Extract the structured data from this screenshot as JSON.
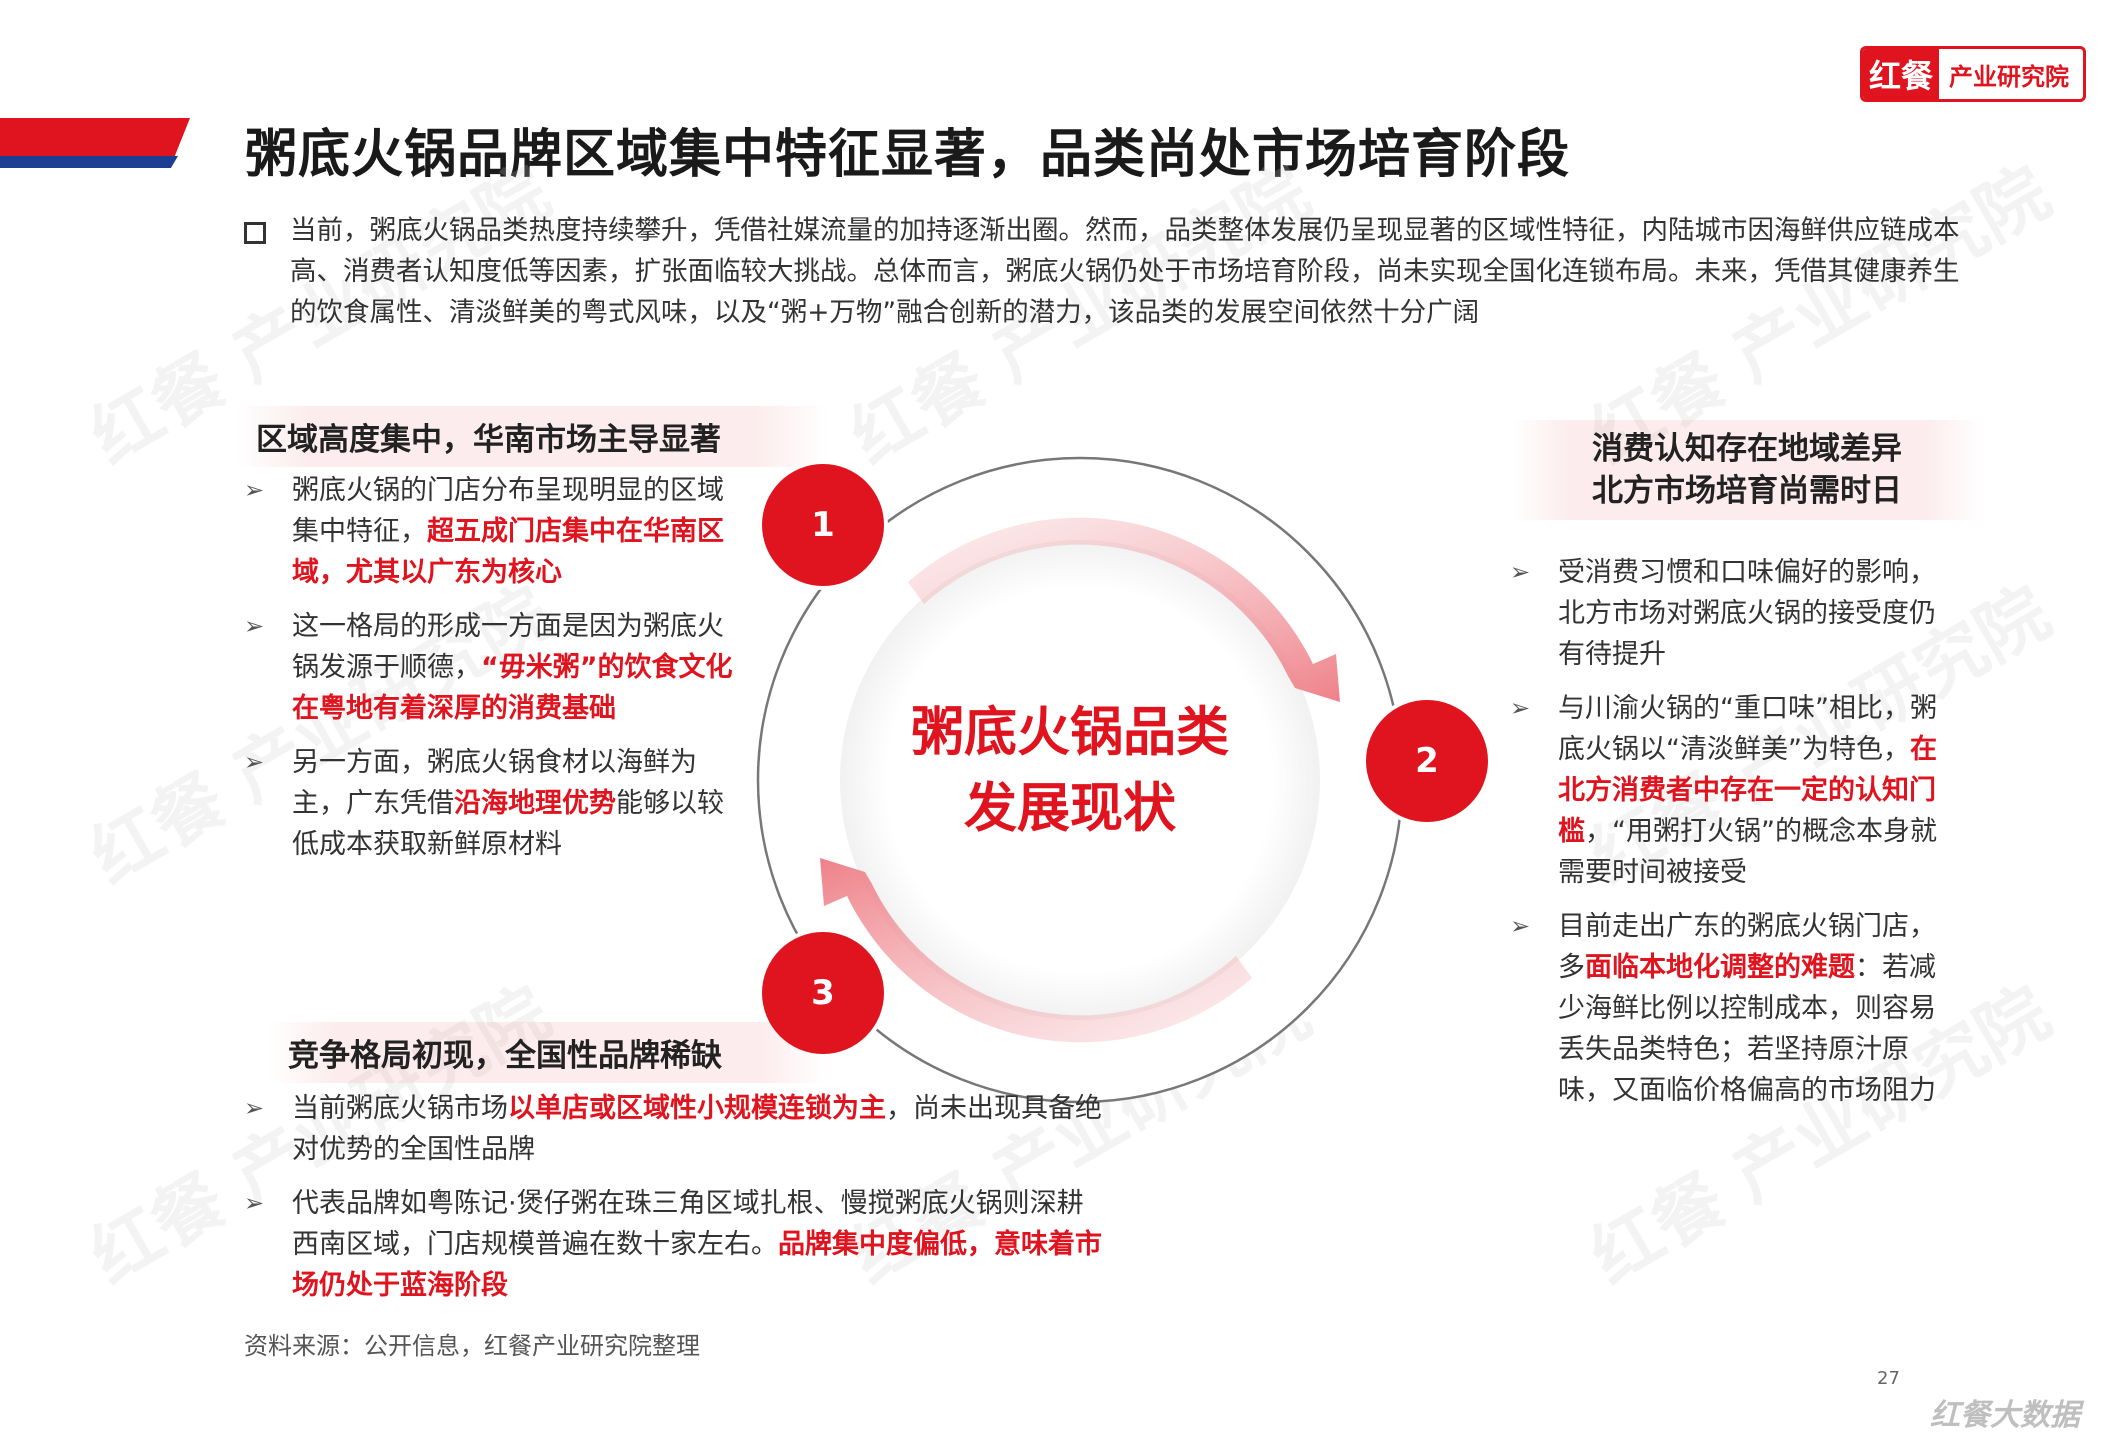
{
  "header": {
    "title": "粥底火锅品牌区域集中特征显著，品类尚处市场培育阶段",
    "logo_mark": "红餐",
    "logo_text": "产业研究院"
  },
  "intro": "当前，粥底火锅品类热度持续攀升，凭借社媒流量的加持逐渐出圈。然而，品类整体发展仍呈现显著的区域性特征，内陆城市因海鲜供应链成本高、消费者认知度低等因素，扩张面临较大挑战。总体而言，粥底火锅仍处于市场培育阶段，尚未实现全国化连锁布局。未来，凭借其健康养生的饮食属性、清淡鲜美的粤式风味，以及“粥+万物”融合创新的潜力，该品类的发展空间依然十分广阔",
  "watermark": "红餐 产业研究院",
  "diagram": {
    "center_line1": "粥底火锅品类",
    "center_line2": "发展现状",
    "n1": "1",
    "n2": "2",
    "n3": "3"
  },
  "section1": {
    "title": "区域高度集中，华南市场主导显著",
    "b1_a": "粥底火锅的门店分布呈现明显的区域集中特征，",
    "b1_hl": "超五成门店集中在华南区域，尤其以广东为核心",
    "b2_a": "这一格局的形成一方面是因为粥底火锅发源于顺德，",
    "b2_hl": "“毋米粥”的饮食文化在粤地有着深厚的消费基础",
    "b3_a": "另一方面，粥底火锅食材以海鲜为主，广东凭借",
    "b3_hl": "沿海地理优势",
    "b3_b": "能够以较低成本获取新鲜原材料"
  },
  "section2": {
    "title_line1": "消费认知存在地域差异",
    "title_line2": "北方市场培育尚需时日",
    "b1": "受消费习惯和口味偏好的影响，北方市场对粥底火锅的接受度仍有待提升",
    "b2_a": "与川渝火锅的“重口味”相比，粥底火锅以“清淡鲜美”为特色，",
    "b2_hl": "在北方消费者中存在一定的认知门槛",
    "b2_b": "，“用粥打火锅”的概念本身就需要时间被接受",
    "b3_a": "目前走出广东的粥底火锅门店，多",
    "b3_hl": "面临本地化调整的难题",
    "b3_b": "：若减少海鲜比例以控制成本，则容易丢失品类特色；若坚持原汁原味，又面临价格偏高的市场阻力"
  },
  "section3": {
    "title": "竞争格局初现，全国性品牌稀缺",
    "b1_a": "当前粥底火锅市场",
    "b1_hl": "以单店或区域性小规模连锁为主",
    "b1_b": "，尚未出现具备绝对优势的全国性品牌",
    "b2_a": "代表品牌如粤陈记·煲仔粥在珠三角区域扎根、慢搅粥底火锅则深耕西南区域，门店规模普遍在数十家左右。",
    "b2_hl": "品牌集中度偏低，意味着市场仍处于蓝海阶段"
  },
  "footer": {
    "source": "资料来源：公开信息，红餐产业研究院整理",
    "page": "27",
    "brand": "红餐大数据"
  },
  "colors": {
    "accent": "#e0141e",
    "blue": "#1c3f94"
  }
}
